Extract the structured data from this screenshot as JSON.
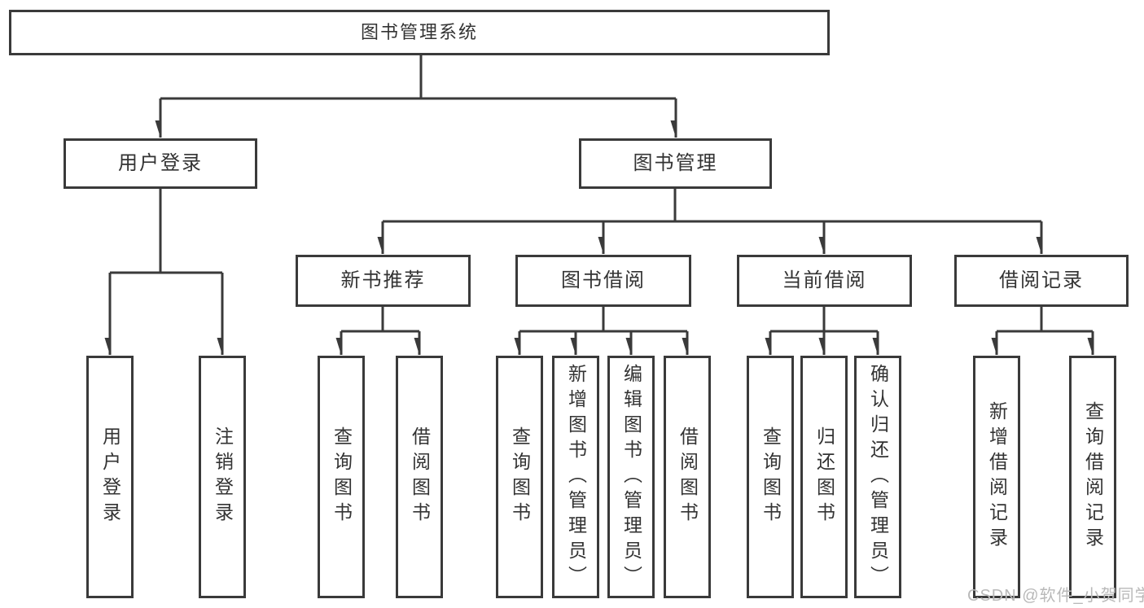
{
  "colors": {
    "line": "#3a3a3a",
    "text": "#333333",
    "boxbg": "#ffffff",
    "watermark": "#b9b9b9"
  },
  "watermark": {
    "text": "CSDN @软件_小贺同学"
  },
  "tree": {
    "root": {
      "label": "图书管理系统"
    },
    "branches": [
      {
        "label": "用户登录",
        "children": [
          {
            "label": "用户登录"
          },
          {
            "label": "注销登录"
          }
        ]
      },
      {
        "label": "图书管理",
        "children": [
          {
            "label": "新书推荐",
            "children": [
              {
                "label": "查询图书"
              },
              {
                "label": "借阅图书"
              }
            ]
          },
          {
            "label": "图书借阅",
            "children": [
              {
                "label": "查询图书"
              },
              {
                "label": "新增图书（管理员）"
              },
              {
                "label": "编辑图书（管理员）"
              },
              {
                "label": "借阅图书"
              }
            ]
          },
          {
            "label": "当前借阅",
            "children": [
              {
                "label": "查询图书"
              },
              {
                "label": "归还图书"
              },
              {
                "label": "确认归还（管理员）"
              }
            ]
          },
          {
            "label": "借阅记录",
            "children": [
              {
                "label": "新增借阅记录"
              },
              {
                "label": "查询借阅记录"
              }
            ]
          }
        ]
      }
    ]
  }
}
